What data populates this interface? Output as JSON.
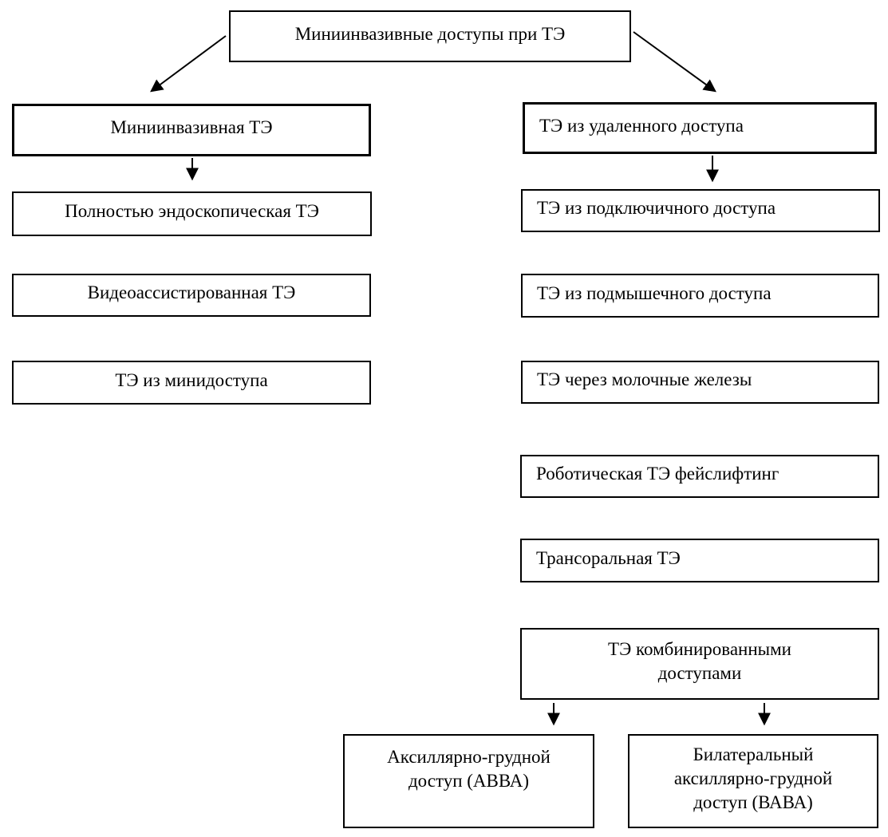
{
  "diagram": {
    "title": "Миниинвазивные доступы при ТЭ",
    "colors": {
      "border": "#000000",
      "background": "#ffffff",
      "text": "#000000"
    },
    "root": {
      "label": "Миниинвазивные доступы при ТЭ"
    },
    "left_branch": {
      "header": "Миниинвазивная ТЭ",
      "children": [
        "Полностью эндоскопическая ТЭ",
        "Видеоассистированная ТЭ",
        "ТЭ из минидоступа"
      ]
    },
    "right_branch": {
      "header": "ТЭ из удаленного доступа",
      "children": [
        "ТЭ из подключичного доступа",
        "ТЭ из подмышечного доступа",
        "ТЭ через молочные железы",
        "Роботическая ТЭ фейслифтинг",
        "Трансоральная ТЭ",
        "ТЭ комбинированными доступами"
      ],
      "combined_children": [
        "Аксиллярно-грудной доступ (АВВА)",
        "Билатеральный аксиллярно-грудной доступ (ВАВА)"
      ]
    }
  }
}
